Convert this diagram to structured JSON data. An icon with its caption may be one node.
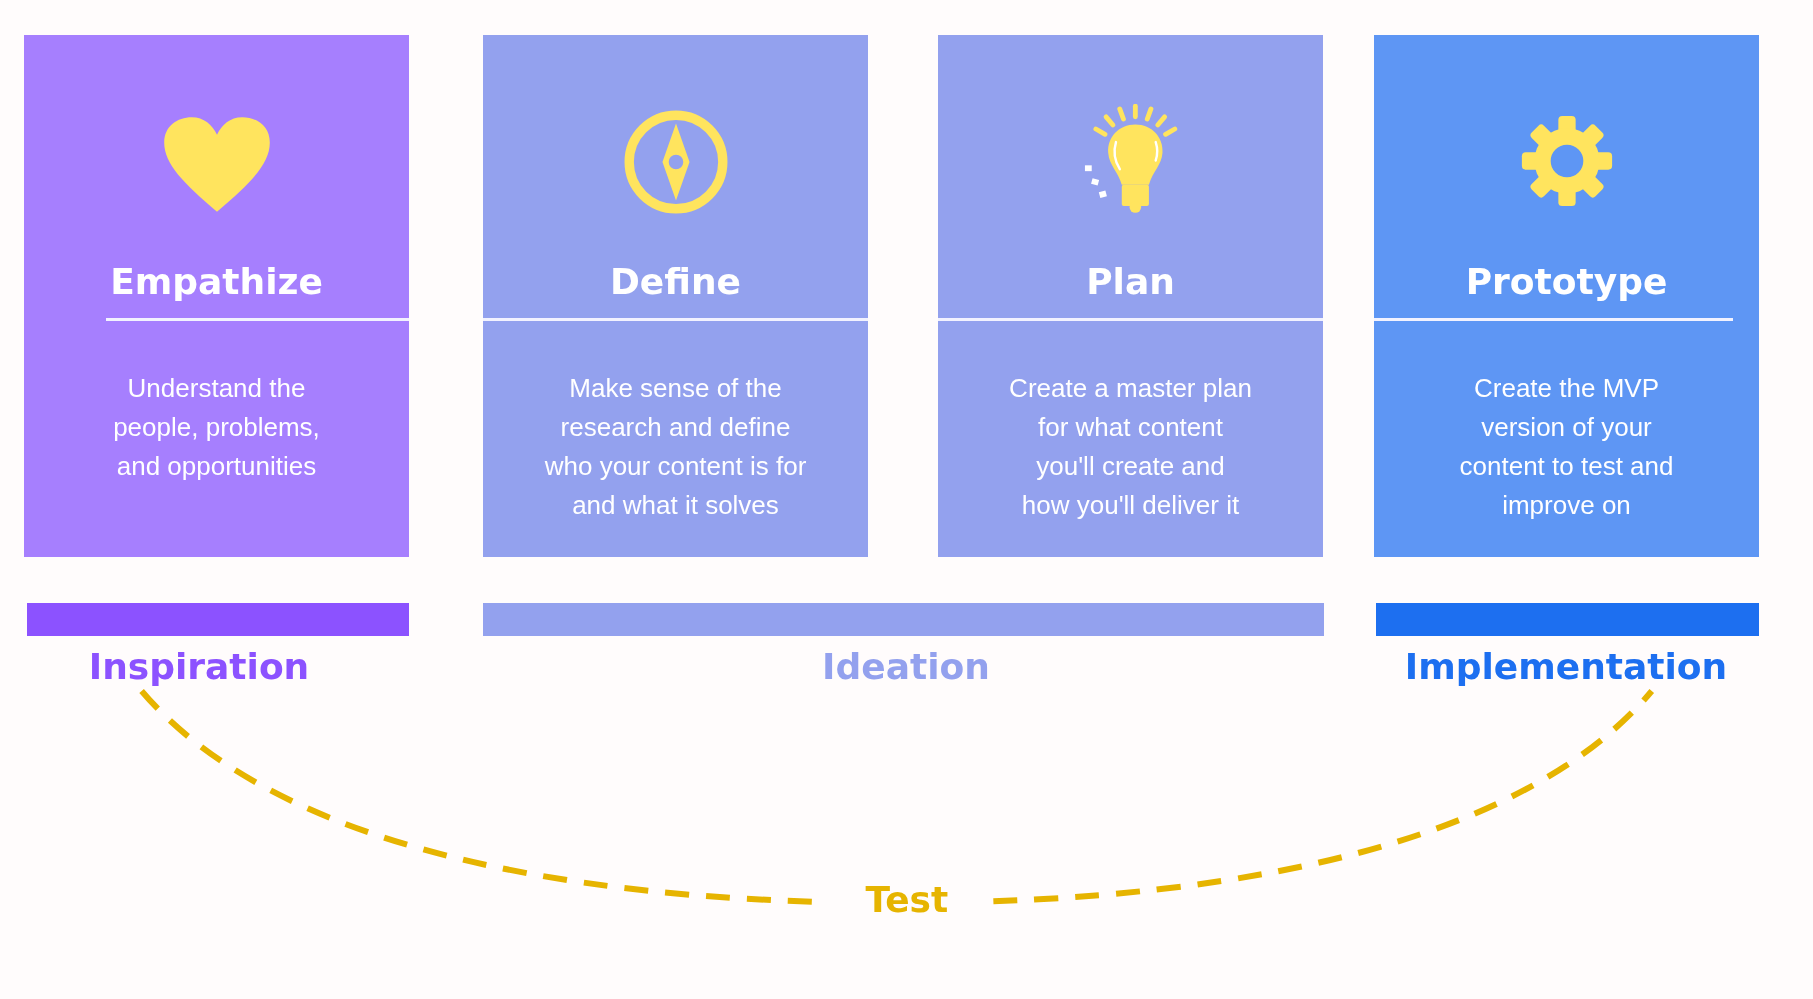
{
  "diagram": {
    "nodes": [
      {
        "text": [
          "Empathize",
          "Understand the people, problems, and opportunities"
        ]
      },
      {
        "text": [
          "Define",
          "Make sense of the research and define who your content is for and what it solves"
        ]
      },
      {
        "text": [
          "Plan",
          "Create a master plan for what content you'll create and how you'll deliver it"
        ]
      },
      {
        "text": [
          "Prototype",
          "Create the MVP version of your content to test and improve on"
        ]
      },
      {
        "text": [
          "Inspiration"
        ]
      },
      {
        "text": [
          "Ideation"
        ]
      },
      {
        "text": [
          "Implementation"
        ]
      }
    ],
    "edges": [
      {
        "from": 4,
        "to": 6,
        "arrow": "none",
        "style": "dashed",
        "label": "Test"
      }
    ]
  }
}
